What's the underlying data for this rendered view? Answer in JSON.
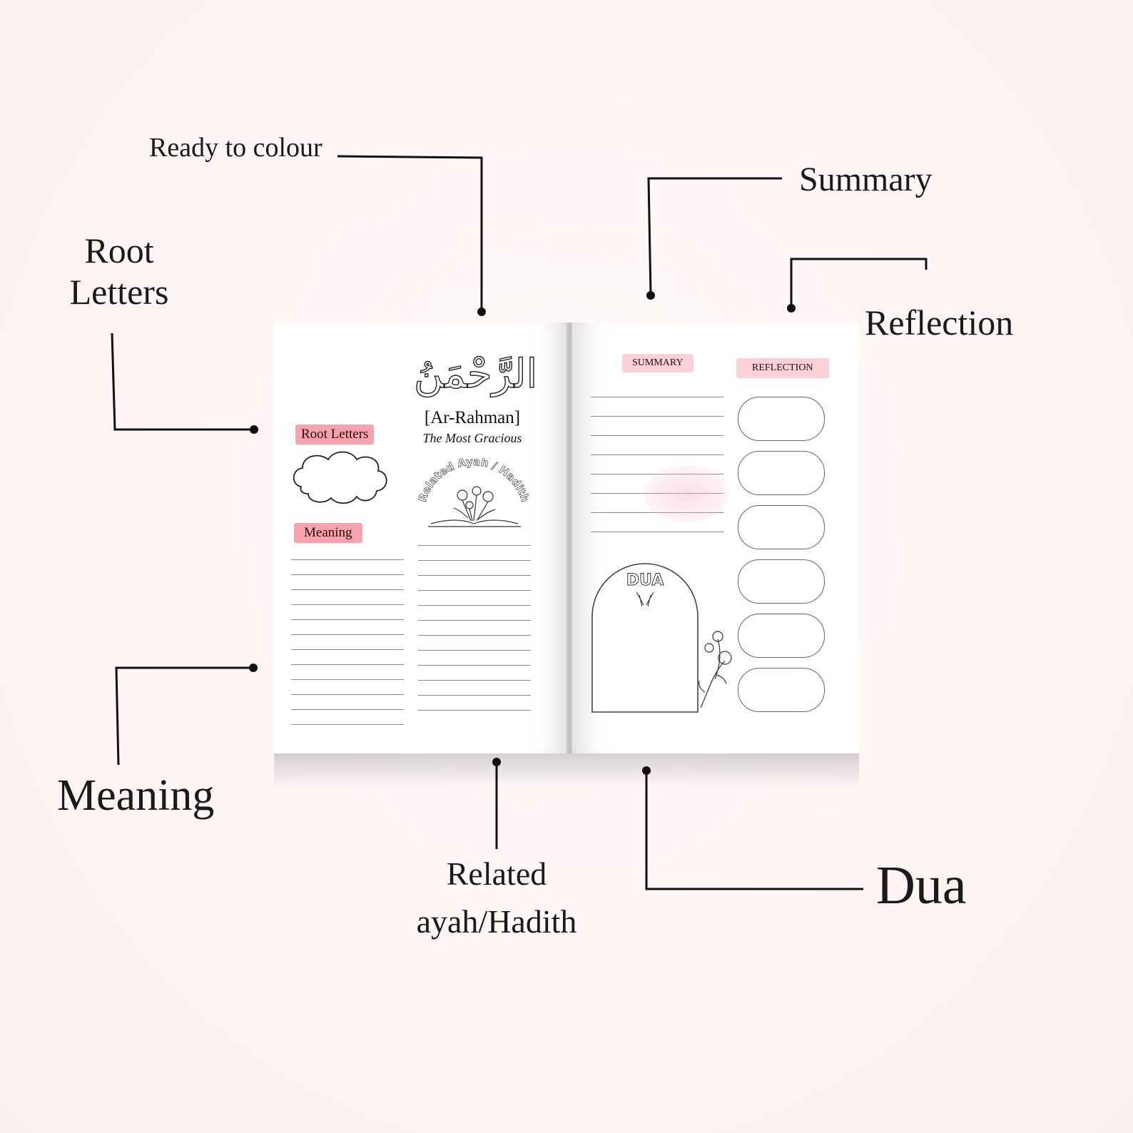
{
  "callouts": {
    "ready_to_colour": "Ready to colour",
    "summary": "Summary",
    "root_letters_line1": "Root",
    "root_letters_line2": "Letters",
    "reflection": "Reflection",
    "meaning": "Meaning",
    "related_line1": "Related",
    "related_line2": "ayah/Hadith",
    "dua": "Dua"
  },
  "left_page": {
    "arabic_name": "الرَّحْمَنُ",
    "transliteration": "[Ar-Rahman]",
    "translation": "The Most Gracious",
    "root_letters_label": "Root Letters",
    "meaning_label": "Meaning",
    "related_arc_text": "Related Ayah / Hadith"
  },
  "right_page": {
    "summary_label": "SUMMARY",
    "reflection_label": "REFLECTION",
    "dua_label": "DUA"
  },
  "colors": {
    "brush_pink": "#f6a3ad",
    "brush_soft_pink": "#fbd1d6",
    "background": "#fdf3f2"
  }
}
